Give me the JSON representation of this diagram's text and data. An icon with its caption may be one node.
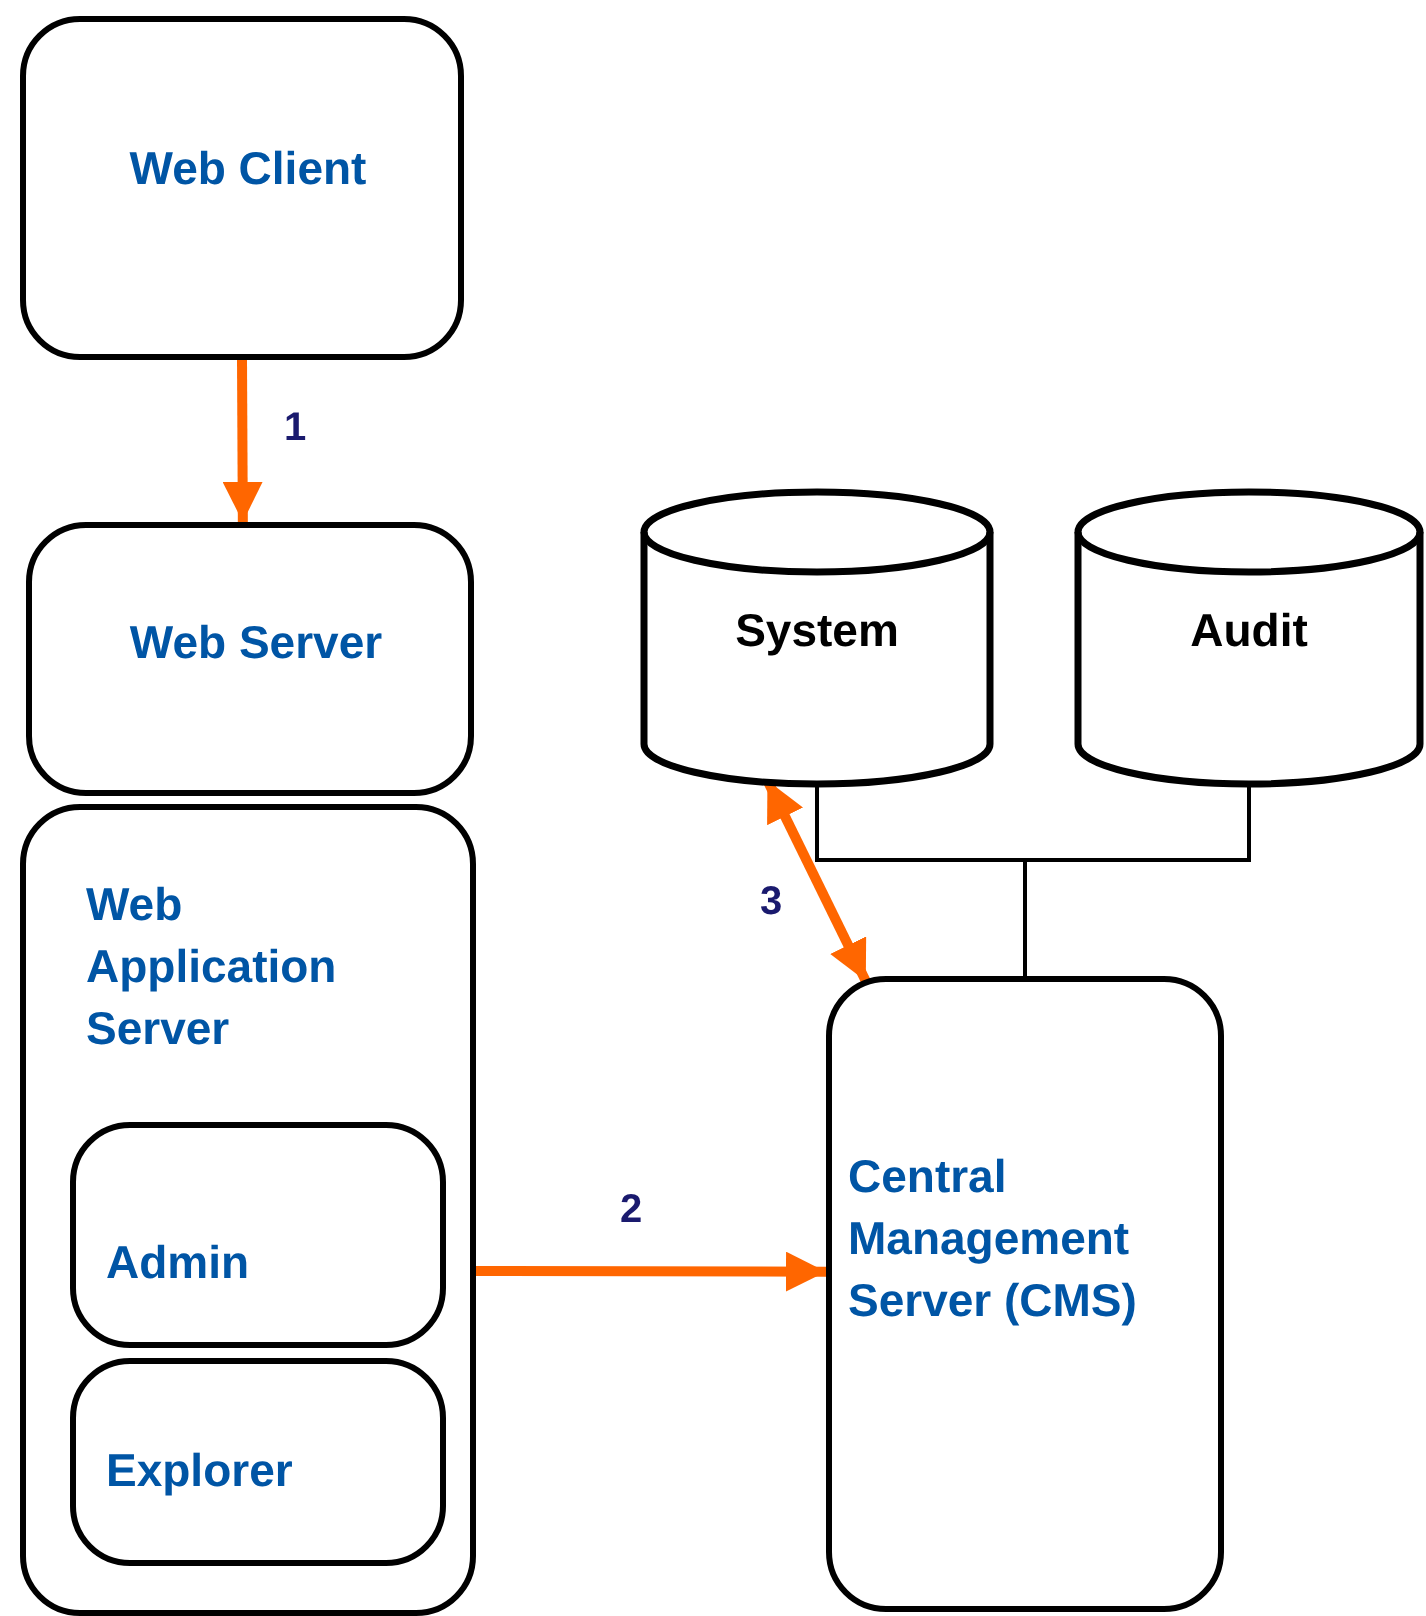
{
  "diagram": {
    "nodes": [
      {
        "text": [
          "Web Client"
        ]
      },
      {
        "text": [
          "Web Server"
        ]
      },
      {
        "text": [
          "Web Application Server"
        ]
      },
      {
        "text": [
          "Admin"
        ],
        "in": 2
      },
      {
        "text": [
          "Explorer"
        ],
        "in": 2
      },
      {
        "text": [
          "System"
        ]
      },
      {
        "text": [
          "Audit"
        ]
      },
      {
        "text": [
          "Central Management Server (CMS)"
        ]
      }
    ],
    "edges": [
      {
        "from": 0,
        "to": 1,
        "arrow": "to",
        "label": "1"
      },
      {
        "from": 2,
        "to": 7,
        "arrow": "to",
        "label": "2"
      },
      {
        "from": 5,
        "to": 7,
        "arrow": "both",
        "label": "3"
      },
      {
        "from": 5,
        "to": 7,
        "arrow": "none",
        "color": "#000000"
      },
      {
        "from": 6,
        "to": 7,
        "arrow": "none",
        "color": "#000000"
      }
    ]
  }
}
